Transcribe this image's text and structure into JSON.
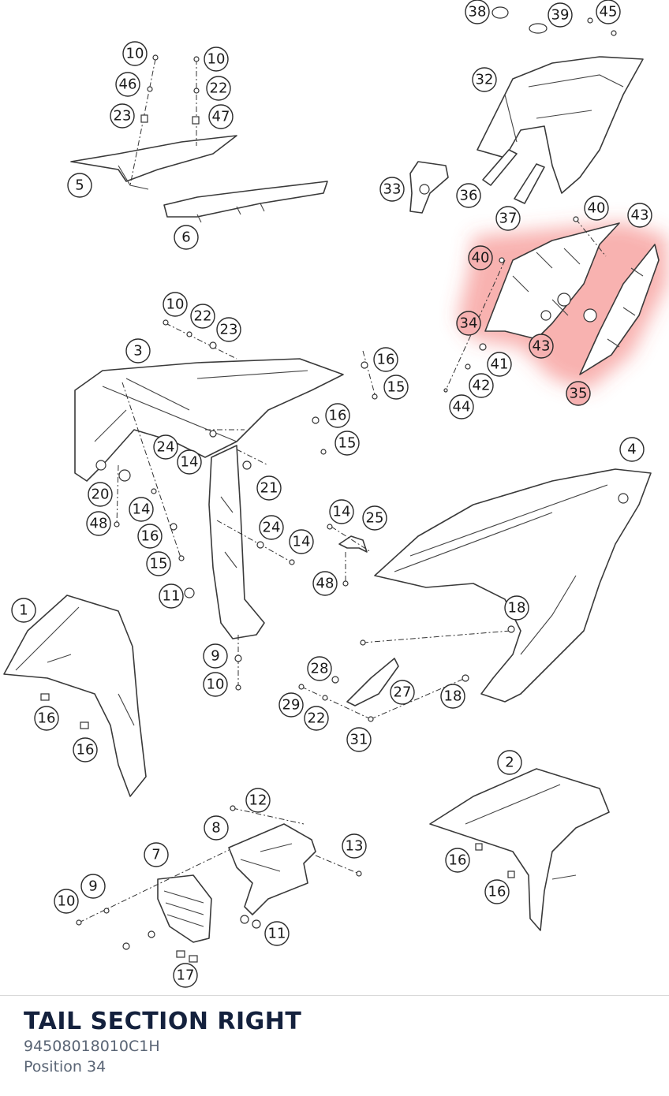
{
  "diagram": {
    "highlighted_position": "34",
    "highlight_color": "#ef5350",
    "callouts": {
      "c38": "38",
      "c39": "39",
      "c45": "45",
      "c32": "32",
      "c33": "33",
      "c36": "36",
      "c37": "37",
      "c10a": "10",
      "c46": "46",
      "c23a": "23",
      "c10b": "10",
      "c22a": "22",
      "c47": "47",
      "c5": "5",
      "c6": "6",
      "c40a": "40",
      "c43a": "43",
      "c40b": "40",
      "c34": "34",
      "c43b": "43",
      "c41": "41",
      "c42": "42",
      "c44": "44",
      "c35": "35",
      "c10c": "10",
      "c22b": "22",
      "c23b": "23",
      "c3": "3",
      "c16a": "16",
      "c15a": "15",
      "c16b": "16",
      "c15b": "15",
      "c24a": "24",
      "c14a": "14",
      "c21": "21",
      "c20": "20",
      "c14b": "14",
      "c48a": "48",
      "c16c": "16",
      "c15c": "15",
      "c24b": "24",
      "c14c": "14",
      "c11a": "11",
      "c4": "4",
      "c14d": "14",
      "c25": "25",
      "c48b": "48",
      "c18a": "18",
      "c28": "28",
      "c27": "27",
      "c18b": "18",
      "c29": "29",
      "c22c": "22",
      "c31": "31",
      "c1": "1",
      "c16d": "16",
      "c16e": "16",
      "c9a": "9",
      "c10d": "10",
      "c2": "2",
      "c16f": "16",
      "c16g": "16",
      "c12": "12",
      "c8": "8",
      "c13": "13",
      "c7": "7",
      "c9b": "9",
      "c10e": "10",
      "c11b": "11",
      "c17": "17"
    }
  },
  "footer": {
    "title": "TAIL SECTION RIGHT",
    "part_number": "94508018010C1H",
    "position_label": "Position 34"
  }
}
